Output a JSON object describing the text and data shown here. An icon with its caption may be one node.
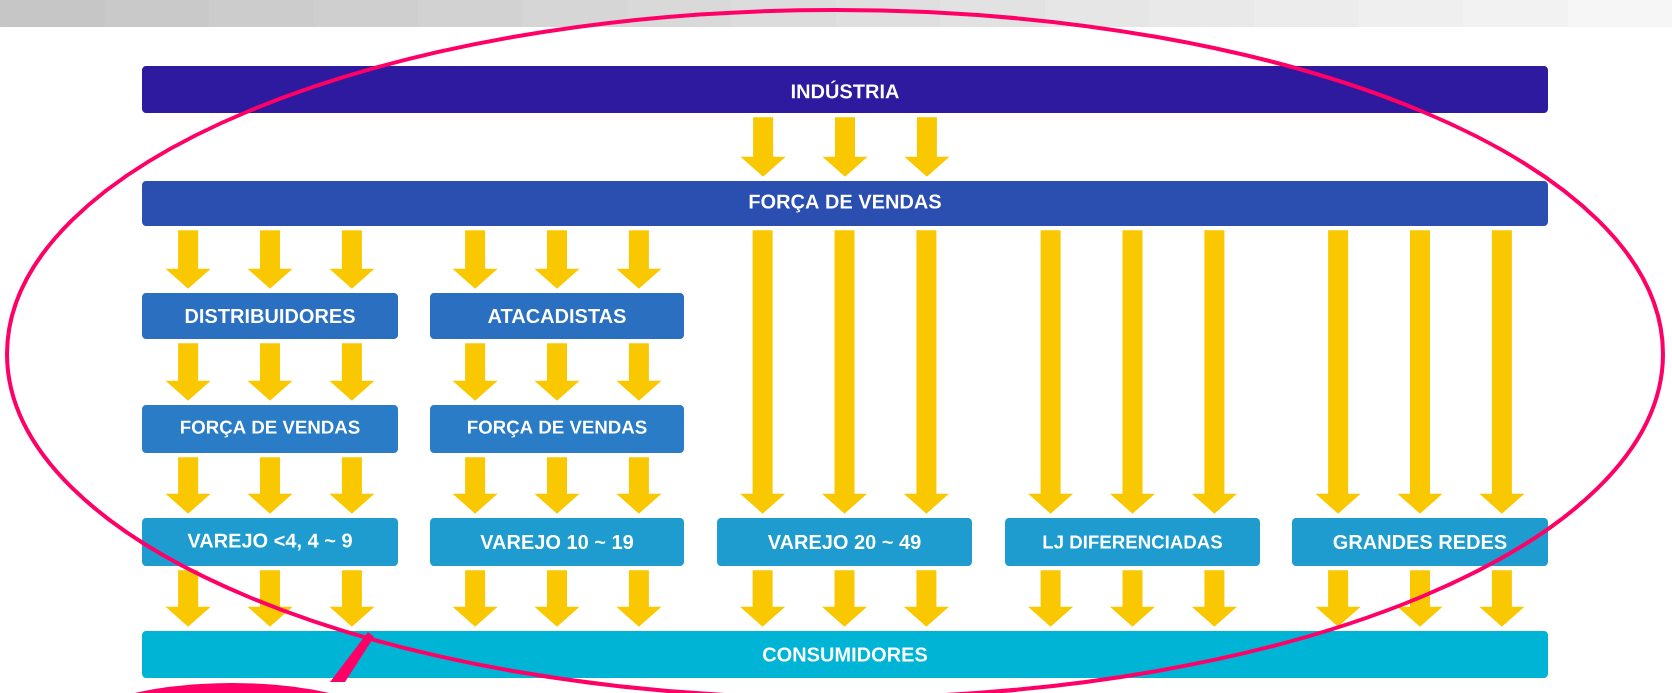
{
  "diagram": {
    "nodes": [
      {
        "text": [
          "INDÚSTRIA"
        ]
      },
      {
        "text": [
          "FORÇA DE VENDAS"
        ]
      },
      {
        "text": [
          "DISTRIBUIDORES"
        ]
      },
      {
        "text": [
          "ATACADISTAS"
        ]
      },
      {
        "text": [
          "FORÇA DE VENDAS"
        ]
      },
      {
        "text": [
          "FORÇA DE VENDAS"
        ]
      },
      {
        "text": [
          "VAREJO <4,  4 ~ 9"
        ]
      },
      {
        "text": [
          "VAREJO 10 ~ 19"
        ]
      },
      {
        "text": [
          "VAREJO 20 ~ 49"
        ]
      },
      {
        "text": [
          "LJ DIFERENCIADAS"
        ]
      },
      {
        "text": [
          "GRANDES REDES"
        ]
      },
      {
        "text": [
          "CONSUMIDORES"
        ]
      }
    ],
    "edges": [
      {
        "from": 0,
        "to": 1,
        "arrow": "to"
      },
      {
        "from": 0,
        "to": 1,
        "arrow": "to"
      },
      {
        "from": 0,
        "to": 1,
        "arrow": "to"
      },
      {
        "from": 1,
        "to": 2,
        "arrow": "to"
      },
      {
        "from": 1,
        "to": 2,
        "arrow": "to"
      },
      {
        "from": 1,
        "to": 2,
        "arrow": "to"
      },
      {
        "from": 1,
        "to": 3,
        "arrow": "to"
      },
      {
        "from": 1,
        "to": 3,
        "arrow": "to"
      },
      {
        "from": 1,
        "to": 3,
        "arrow": "to"
      },
      {
        "from": 1,
        "to": 8,
        "arrow": "to"
      },
      {
        "from": 1,
        "to": 8,
        "arrow": "to"
      },
      {
        "from": 1,
        "to": 8,
        "arrow": "to"
      },
      {
        "from": 1,
        "to": 9,
        "arrow": "to"
      },
      {
        "from": 1,
        "to": 9,
        "arrow": "to"
      },
      {
        "from": 1,
        "to": 9,
        "arrow": "to"
      },
      {
        "from": 1,
        "to": 10,
        "arrow": "to"
      },
      {
        "from": 1,
        "to": 10,
        "arrow": "to"
      },
      {
        "from": 1,
        "to": 10,
        "arrow": "to"
      },
      {
        "from": 2,
        "to": 4,
        "arrow": "to"
      },
      {
        "from": 2,
        "to": 4,
        "arrow": "to"
      },
      {
        "from": 2,
        "to": 4,
        "arrow": "to"
      },
      {
        "from": 3,
        "to": 5,
        "arrow": "to"
      },
      {
        "from": 3,
        "to": 5,
        "arrow": "to"
      },
      {
        "from": 3,
        "to": 5,
        "arrow": "to"
      },
      {
        "from": 4,
        "to": 6,
        "arrow": "to"
      },
      {
        "from": 4,
        "to": 6,
        "arrow": "to"
      },
      {
        "from": 4,
        "to": 6,
        "arrow": "to"
      },
      {
        "from": 5,
        "to": 7,
        "arrow": "to"
      },
      {
        "from": 5,
        "to": 7,
        "arrow": "to"
      },
      {
        "from": 5,
        "to": 7,
        "arrow": "to"
      },
      {
        "from": 6,
        "to": 11,
        "arrow": "to"
      },
      {
        "from": 6,
        "to": 11,
        "arrow": "to"
      },
      {
        "from": 6,
        "to": 11,
        "arrow": "to"
      },
      {
        "from": 7,
        "to": 11,
        "arrow": "to"
      },
      {
        "from": 7,
        "to": 11,
        "arrow": "to"
      },
      {
        "from": 7,
        "to": 11,
        "arrow": "to"
      },
      {
        "from": 8,
        "to": 11,
        "arrow": "to"
      },
      {
        "from": 8,
        "to": 11,
        "arrow": "to"
      },
      {
        "from": 8,
        "to": 11,
        "arrow": "to"
      },
      {
        "from": 9,
        "to": 11,
        "arrow": "to"
      },
      {
        "from": 9,
        "to": 11,
        "arrow": "to"
      },
      {
        "from": 9,
        "to": 11,
        "arrow": "to"
      },
      {
        "from": 10,
        "to": 11,
        "arrow": "to"
      },
      {
        "from": 10,
        "to": 11,
        "arrow": "to"
      },
      {
        "from": 10,
        "to": 11,
        "arrow": "to"
      }
    ]
  }
}
